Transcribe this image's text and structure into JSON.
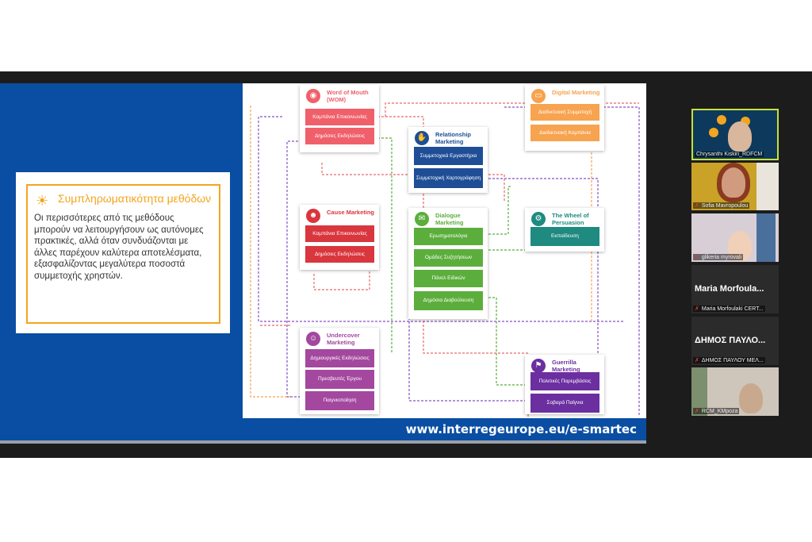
{
  "slide": {
    "heading": "Συμπληρωματικότητα μεθόδων",
    "body": "Οι περισσότερες από τις μεθόδους μπορούν να λειτουργήσουν ως αυτόνομες πρακτικές, αλλά όταν συνδυάζονται με άλλες παρέχουν καλύτερα αποτελέσματα, εξασφαλίζοντας μεγαλύτερα ποσοστά συμμετοχής χρηστών.",
    "url": "www.interregeurope.eu/e-smartec"
  },
  "methods": [
    {
      "title": "Word of Mouth (WOM)",
      "color": "#f0606a",
      "items": [
        "Καμπάνια Επικοινωνίας",
        "Δημόσιες Εκδηλώσεις"
      ]
    },
    {
      "title": "Digital Marketing",
      "color": "#f7a34f",
      "items": [
        "Διαδικτυακή Συμμετοχή",
        "Διαδικτυακή Καμπάνια"
      ]
    },
    {
      "title": "Relationship Marketing",
      "color": "#1f4e97",
      "items": [
        "Συμμετοχικά Εργαστήρια",
        "Συμμετοχική Χαρτογράφηση"
      ]
    },
    {
      "title": "Cause Marketing",
      "color": "#d9363e",
      "items": [
        "Καμπάνια Επικοινωνίας",
        "Δημόσιες Εκδηλώσεις"
      ]
    },
    {
      "title": "Dialogue Marketing",
      "color": "#5cae3c",
      "items": [
        "Ερωτηματολόγια",
        "Ομάδες Συζητήσεων",
        "Πάνελ Ειδικών",
        "Δημόσια Διαβούλευση"
      ]
    },
    {
      "title": "The Wheel of Persuasion",
      "color": "#1e8a80",
      "items": [
        "Εκπαίδευση"
      ]
    },
    {
      "title": "Undercover Marketing",
      "color": "#a3489e",
      "items": [
        "Δημιουργικές Εκδηλώσεις",
        "Πρεσβευτές Έργου",
        "Παιγνιοποίηση"
      ]
    },
    {
      "title": "Guerrilla Marketing",
      "color": "#6b2fa0",
      "items": [
        "Πολιτικές Παρεμβάσεις",
        "Σοβαρά Παίγνια"
      ]
    }
  ],
  "participants": [
    {
      "name": "Chrysanthi Kiskiri_RDFCM",
      "active": true
    },
    {
      "name": "Sofia Mavropoulou"
    },
    {
      "name": "glikeria myrovali"
    },
    {
      "name": "Maria Morfoulaki CERT...",
      "display": "Maria  Morfoula..."
    },
    {
      "name": "ΔΗΜΟΣ ΠΑΥΛΟΥ ΜΕΛ...",
      "display": "ΔΗΜΟΣ  ΠΑΥΛΟ..."
    },
    {
      "name": "RCM_KMpoza"
    }
  ]
}
